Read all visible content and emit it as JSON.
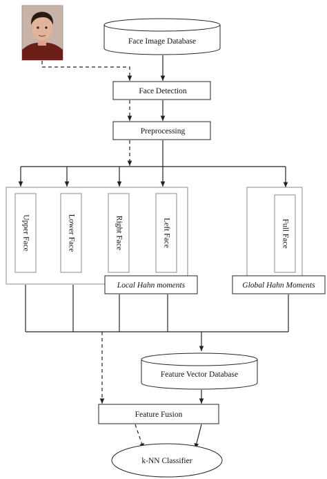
{
  "nodes": {
    "face_db": "Face Image Database",
    "face_detection": "Face Detection",
    "preprocessing": "Preprocessing",
    "upper_face": "Upper Face",
    "lower_face": "Lower Face",
    "right_face": "Right Face",
    "left_face": "Left Face",
    "full_face": "Full Face",
    "local_hahn": "Local Hahn moments",
    "global_hahn": "Global Hahn Moments",
    "feature_vector_db": "Feature Vector Database",
    "feature_fusion": "Feature Fusion",
    "knn": "k-NN Classifier"
  },
  "colors": {
    "stroke": "#222222",
    "photo_bg": "#c9b3a8",
    "photo_shirt": "#6b1e18"
  },
  "icons": {
    "input_photo": "face-photo-icon"
  }
}
